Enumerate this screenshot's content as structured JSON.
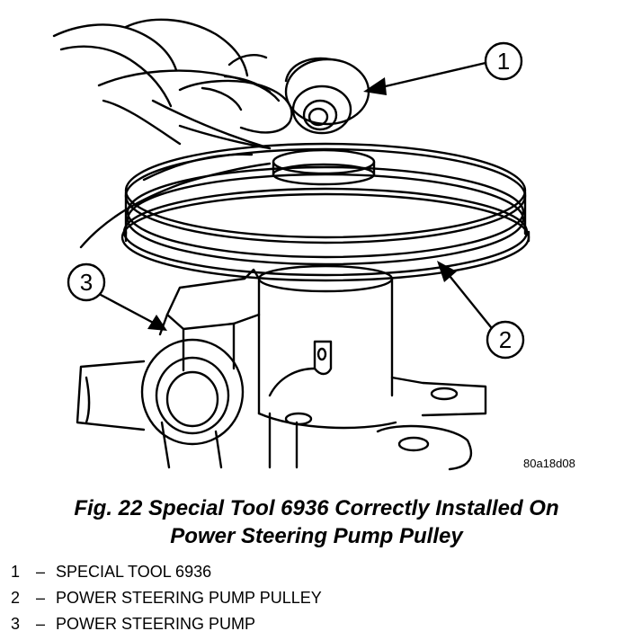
{
  "callouts": {
    "c1": "1",
    "c2": "2",
    "c3": "3"
  },
  "ref_code": "80a18d08",
  "caption": {
    "line1": "Fig. 22 Special Tool 6936 Correctly Installed On",
    "line2": "Power Steering Pump Pulley"
  },
  "legend": [
    {
      "num": "1",
      "dash": "–",
      "text": "SPECIAL TOOL 6936"
    },
    {
      "num": "2",
      "dash": "–",
      "text": "POWER STEERING PUMP PULLEY"
    },
    {
      "num": "3",
      "dash": "–",
      "text": "POWER STEERING PUMP"
    }
  ],
  "colors": {
    "ink": "#000000",
    "paper": "#ffffff"
  }
}
